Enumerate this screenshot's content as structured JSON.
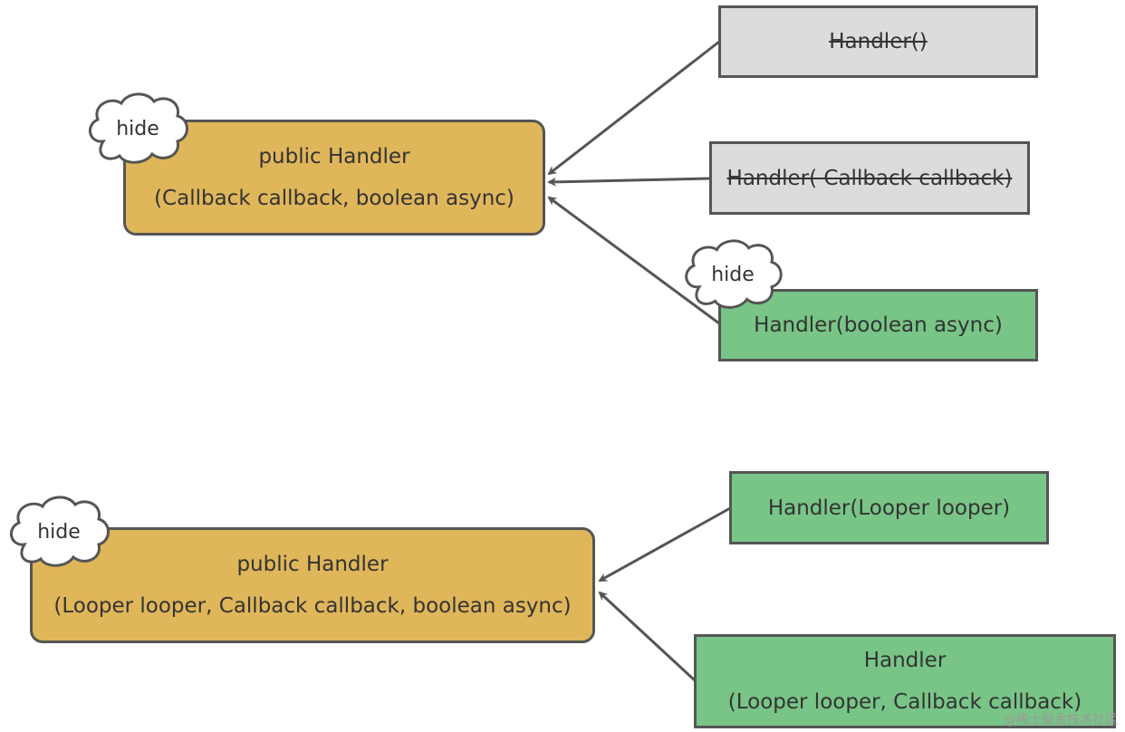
{
  "cloud_label": "hide",
  "top_group": {
    "target": {
      "line1": "public Handler",
      "line2": "(Callback callback, boolean async)"
    },
    "sources": [
      {
        "label": "Handler()",
        "status": "deprecated"
      },
      {
        "label": "Handler( Callback callback)",
        "status": "deprecated"
      },
      {
        "label": "Handler(boolean async)",
        "status": "hidden"
      }
    ]
  },
  "bottom_group": {
    "target": {
      "line1": "public Handler",
      "line2": "(Looper looper, Callback callback, boolean async)"
    },
    "sources": [
      {
        "label": "Handler(Looper looper)"
      },
      {
        "line1": "Handler",
        "line2": "(Looper looper, Callback callback)"
      }
    ]
  },
  "watermark": "@稀土掘金技术社区",
  "colors": {
    "target_fill": "#e0b65a",
    "deprecated_fill": "#dcdcdc",
    "public_fill": "#78c587",
    "border": "#555555",
    "arrow": "#555555"
  }
}
